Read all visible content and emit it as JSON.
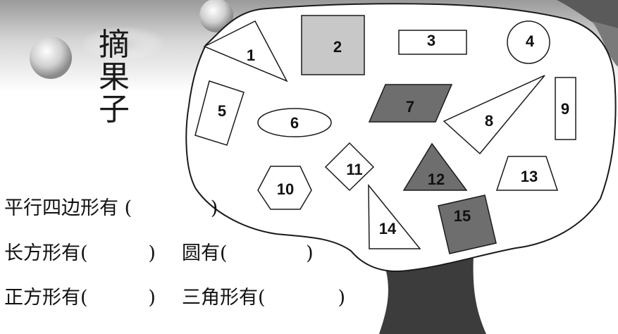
{
  "title_chars": [
    "摘",
    "果",
    "子"
  ],
  "shape_numbers": [
    "1",
    "2",
    "3",
    "4",
    "5",
    "6",
    "7",
    "8",
    "9",
    "10",
    "11",
    "12",
    "13",
    "14",
    "15"
  ],
  "questions": {
    "parallelogram": "平行四边形有 (             )",
    "rectangle": "长方形有(          )",
    "circle": "圆有(             )",
    "square": "正方形有(          )",
    "triangle": "三角形有(            )"
  },
  "colors": {
    "dark_gray": "#6e6e6e",
    "light_gray": "#c8c8c8",
    "trunk": "#3c3c3c",
    "outline": "#1a1a1a"
  }
}
